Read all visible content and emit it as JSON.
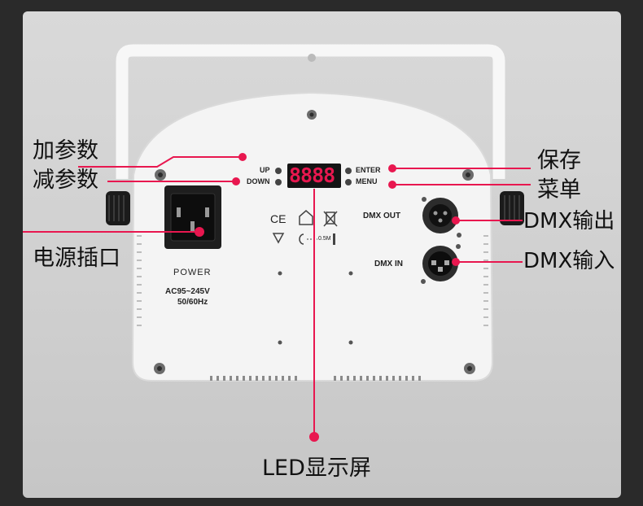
{
  "callouts": {
    "increase": "加参数",
    "decrease": "减参数",
    "power_socket": "电源插口",
    "save": "保存",
    "menu": "菜单",
    "dmx_out": "DMX输出",
    "dmx_in": "DMX输入",
    "led_display": "LED显示屏"
  },
  "device": {
    "up": "UP",
    "down": "DOWN",
    "enter": "ENTER",
    "menu": "MENU",
    "dmx_out": "DMX OUT",
    "dmx_in": "DMX IN",
    "power": "POWER",
    "voltage": "AC95~245V",
    "frequency": "50/60Hz",
    "display": "8888",
    "distance": "0.5M"
  },
  "colors": {
    "callout": "#e8174f",
    "panel": "#f4f4f4"
  }
}
